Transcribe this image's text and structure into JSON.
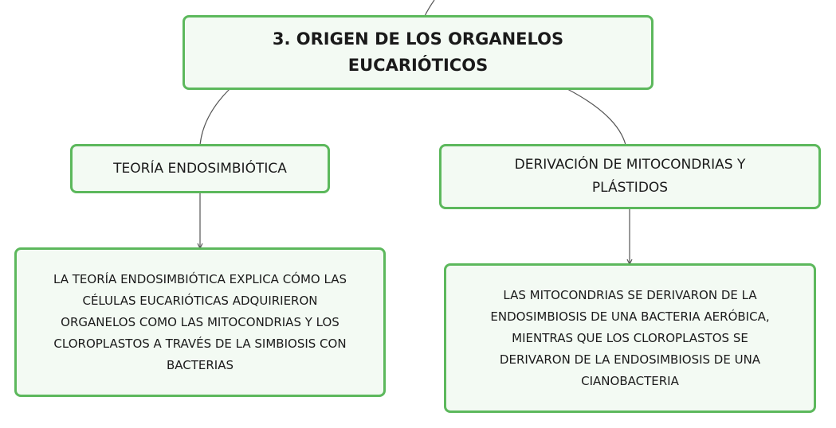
{
  "diagram": {
    "root": {
      "title_line1": "3. ORIGEN DE LOS ORGANELOS",
      "title_line2": "EUCARIÓTICOS"
    },
    "branches": [
      {
        "label_line1": "TEORÍA ENDOSIMBIÓTICA",
        "detail_lines": [
          "LA TEORÍA ENDOSIMBIÓTICA EXPLICA CÓMO LAS",
          "CÉLULAS EUCARIÓTICAS ADQUIRIERON",
          "ORGANELOS COMO LAS MITOCONDRIAS Y LOS",
          "CLOROPLASTOS A TRAVÉS DE LA SIMBIOSIS CON",
          "BACTERIAS"
        ]
      },
      {
        "label_line1": "DERIVACIÓN DE MITOCONDRIAS Y",
        "label_line2": "PLÁSTIDOS",
        "detail_lines": [
          "LAS MITOCONDRIAS SE DERIVARON DE LA",
          "ENDOSIMBIOSIS DE UNA BACTERIA AERÓBICA,",
          "MIENTRAS QUE LOS CLOROPLASTOS SE",
          "DERIVARON DE LA ENDOSIMBIOSIS DE UNA",
          "CIANOBACTERIA"
        ]
      }
    ],
    "colors": {
      "node_border": "#5cb85c",
      "node_fill": "#f3faf3",
      "connector": "#555555"
    }
  }
}
